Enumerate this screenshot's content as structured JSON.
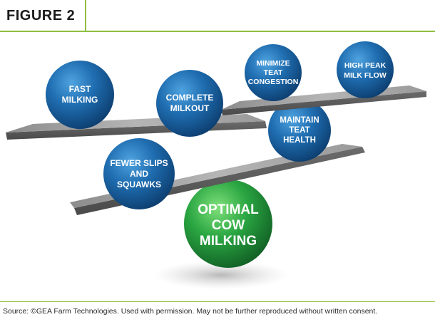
{
  "figure_label": "FIGURE 2",
  "spheres": {
    "fast_milking": [
      "FAST",
      "MILKING"
    ],
    "complete_milkout": [
      "COMPLETE",
      "MILKOUT"
    ],
    "minimize_teat_congestion": [
      "MINIMIZE",
      "TEAT",
      "CONGESTION"
    ],
    "high_peak_milk_flow": [
      "HIGH PEAK",
      "MILK FLOW"
    ],
    "maintain_teat_health": [
      "MAINTAIN",
      "TEAT",
      "HEALTH"
    ],
    "fewer_slips_and_squawks": [
      "FEWER SLIPS",
      "AND",
      "SQUAWKS"
    ],
    "optimal_cow_milking": [
      "OPTIMAL",
      "COW",
      "MILKING"
    ]
  },
  "colors": {
    "accent_green": "#8fbf3f",
    "sphere_blue": "#1f6db0",
    "sphere_green": "#2aa642",
    "plank_gray": "#9a9a9a"
  },
  "source_text": "Source: ©GEA Farm Technologies. Used with permission. May not be further reproduced without written consent."
}
